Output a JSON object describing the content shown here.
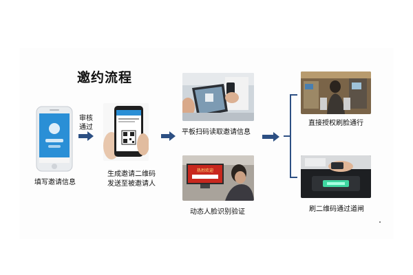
{
  "diagram": {
    "title": "邀约流程",
    "steps": {
      "fill_info": "填写邀请信息",
      "review_label_line1": "审核",
      "review_label_line2": "通过",
      "generate_line1": "生成邀请二维码",
      "generate_line2": "发送至被邀请人",
      "tablet_scan": "平板扫码读取邀请信息",
      "face_verify": "动态人脸识别验证",
      "direct_access": "直接授权刷脸通行",
      "qr_gate": "刷二维码通过道闸"
    },
    "screen_text": {
      "tv_banner": "热烈欢迎"
    },
    "colors": {
      "arrow": "#2c4f83",
      "phone_screen": "#2a8fd6"
    }
  }
}
